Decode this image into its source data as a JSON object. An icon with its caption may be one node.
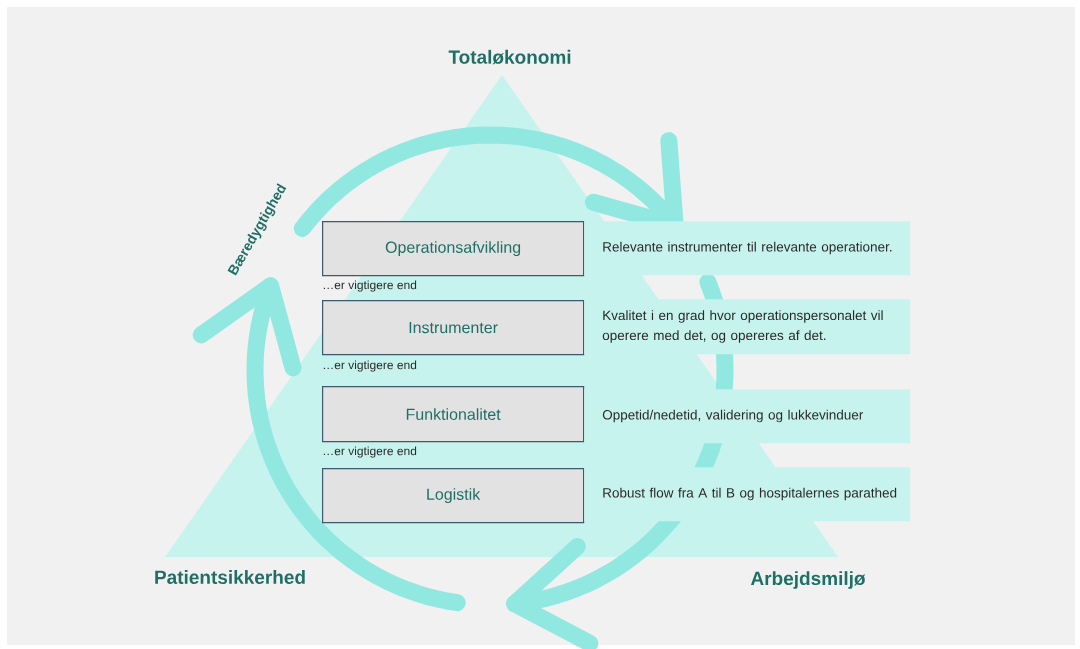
{
  "diagram": {
    "nodes": [
      {
        "text": [
          "Operationsafvikling"
        ]
      },
      {
        "text": [
          "Relevante instrumenter til relevante operationer."
        ]
      },
      {
        "text": [
          "Instrumenter"
        ]
      },
      {
        "text": [
          "Kvalitet i en grad hvor operationspersonalet vil operere med det, og opereres af det."
        ]
      },
      {
        "text": [
          "Funktionalitet"
        ]
      },
      {
        "text": [
          "Oppetid/nedetid, validering og lukkevinduer"
        ]
      },
      {
        "text": [
          "Logistik"
        ]
      },
      {
        "text": [
          "Robust flow fra A til B og hospitalernes parathed"
        ]
      }
    ],
    "labels": [
      "Totaløkonomi",
      "Bæredygtighed",
      "…er vigtigere end",
      "…er vigtigere end",
      "…er vigtigere end",
      "Patientsikkerhed",
      "Arbejdsmiljø"
    ]
  }
}
